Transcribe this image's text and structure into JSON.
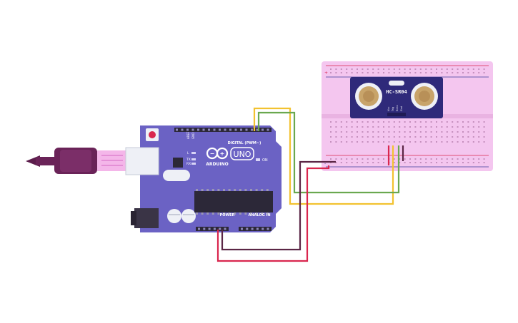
{
  "board": {
    "brand": "ARDUINO",
    "model": "UNO",
    "digital_header_label": "DIGITAL (PWM~)",
    "power_header_label": "POWER",
    "analog_header_label": "ANALOG IN",
    "on_label": "ON",
    "tx_label": "TX",
    "rx_label": "RX",
    "l_label": "L",
    "aref_label": "AREF",
    "gnd_label": "GND",
    "color": "#6b62c4"
  },
  "sensor": {
    "model": "HC-SR04",
    "pin_labels": [
      "Vcc",
      "Trig",
      "Echo",
      "Gnd"
    ],
    "color": "#2f2a7a",
    "transducer_color": "#c8a46a"
  },
  "breadboard": {
    "color": "#f4c6ef",
    "rail_plus": "+",
    "rail_minus": "-"
  },
  "usb_cable": {
    "color": "#6a2358"
  },
  "wires": {
    "yellow": "#f2c230",
    "green": "#6aa84f",
    "red": "#d9264e",
    "dark": "#5b2645"
  }
}
